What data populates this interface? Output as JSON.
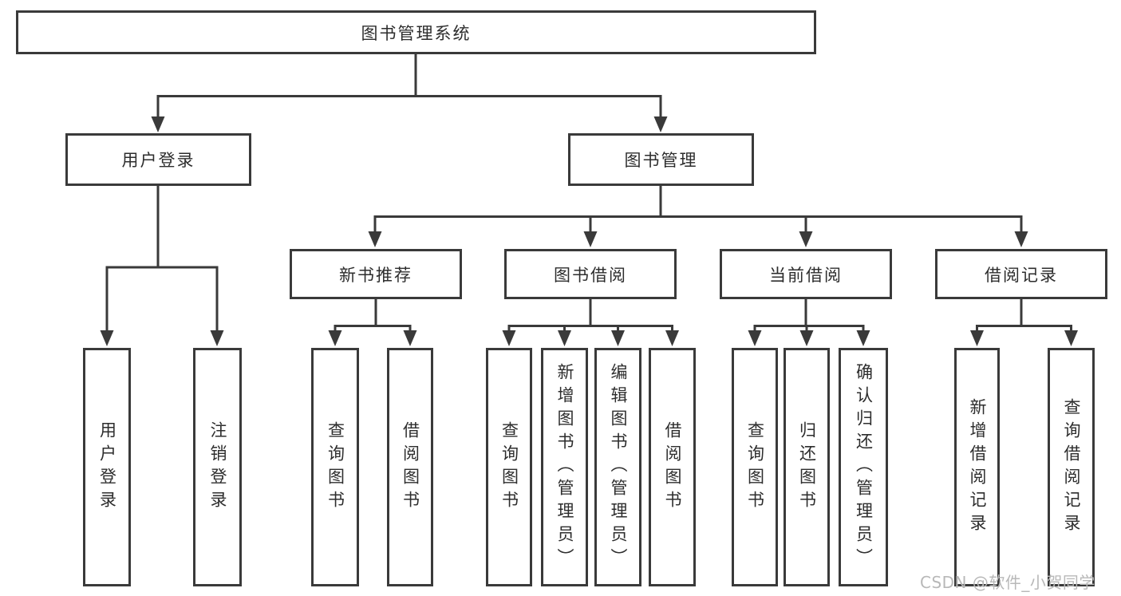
{
  "diagram": {
    "root": {
      "label": "图书管理系统",
      "children": [
        {
          "label": "用户登录",
          "children": [
            {
              "label": "用户登录"
            },
            {
              "label": "注销登录"
            }
          ]
        },
        {
          "label": "图书管理",
          "children": [
            {
              "label": "新书推荐",
              "children": [
                {
                  "label": "查询图书"
                },
                {
                  "label": "借阅图书"
                }
              ]
            },
            {
              "label": "图书借阅",
              "children": [
                {
                  "label": "查询图书"
                },
                {
                  "label": "新增图书（管理员）"
                },
                {
                  "label": "编辑图书（管理员）"
                },
                {
                  "label": "借阅图书"
                }
              ]
            },
            {
              "label": "当前借阅",
              "children": [
                {
                  "label": "查询图书"
                },
                {
                  "label": "归还图书"
                },
                {
                  "label": "确认归还（管理员）"
                }
              ]
            },
            {
              "label": "借阅记录",
              "children": [
                {
                  "label": "新增借阅记录"
                },
                {
                  "label": "查询借阅记录"
                }
              ]
            }
          ]
        }
      ]
    }
  },
  "watermark": {
    "text": "CSDN @软件_小贺同学"
  },
  "colors": {
    "line": "#3a3a3a",
    "text": "#2d2d2d",
    "watermark": "#b8b8b8",
    "background": "#ffffff"
  }
}
